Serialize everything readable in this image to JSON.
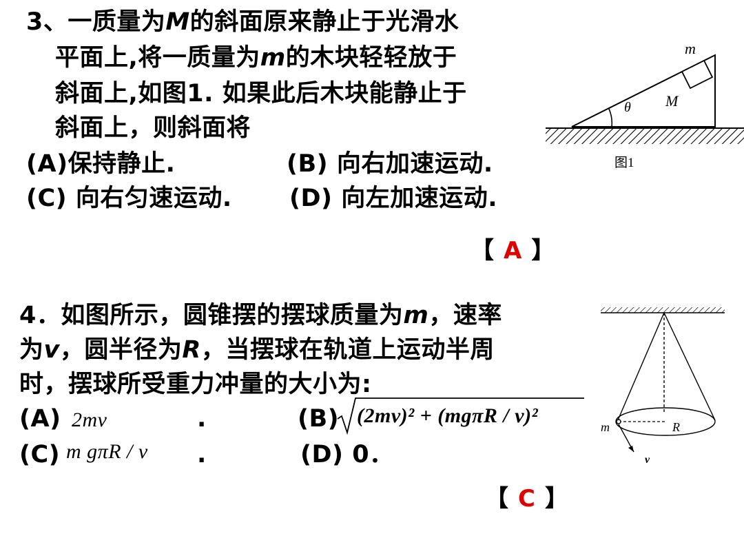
{
  "q3": {
    "l1a": "3、一质量为",
    "l1b": "M",
    "l1c": "的斜面原来静止于光滑水",
    "l2a": "平面上,将一质量为",
    "l2b": "m",
    "l2c": "的木块轻轻放于",
    "l3": "斜面上,如图1. 如果此后木块能静止于",
    "l4": "斜面上，则斜面将",
    "optA": "(A)保持静止.",
    "optB": "(B)  向右加速运动.",
    "optC": "(C)  向右匀速运动.",
    "optD": "(D)  向左加速运动.",
    "answer": {
      "open": "【",
      "letter": "A",
      "close": "】"
    },
    "figure": {
      "label_m": "m",
      "label_M": "M",
      "label_theta": "θ",
      "caption": "图1"
    }
  },
  "q4": {
    "l1a": "4．如图所示，圆锥摆的摆球质量为",
    "l1b": "m",
    "l1c": "，速率",
    "l2a": "为",
    "l2b": "v",
    "l2c": "，圆半径为",
    "l2d": "R",
    "l2e": "，当摆球在轨道上运动半周",
    "l3": "时，摆球所受重力冲量的大小为:",
    "optA_label": "(A)",
    "optA_math": "2mν",
    "optA_dot": ".",
    "optB_label": "(B)",
    "optB_math": "(2mν)² + (mgπR / ν)²",
    "optC_label": "(C)",
    "optC_math": "m gπR / ν",
    "optC_dot": ".",
    "optD": "(D)  0．",
    "answer": {
      "open": "【",
      "letter": "C",
      "close": "】"
    },
    "figure": {
      "label_m": "m",
      "label_R": "R",
      "label_v": "v"
    }
  },
  "colors": {
    "answer": "#e00000",
    "text": "#000000"
  }
}
